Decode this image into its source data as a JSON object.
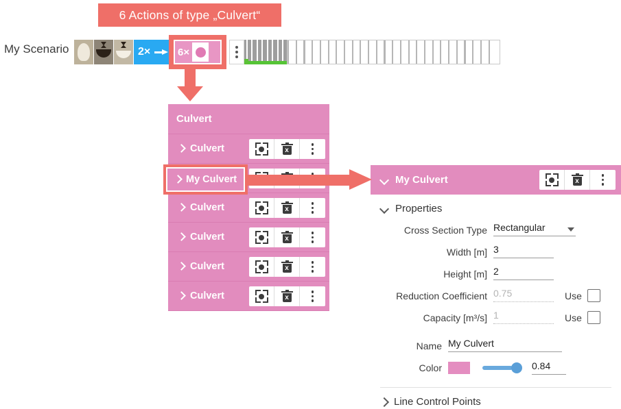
{
  "banner": {
    "text": "6 Actions of type „Culvert“",
    "color": "#ef6f68"
  },
  "scenario": {
    "label": "My Scenario",
    "chip_2x": {
      "label": "2×",
      "color": "#29a9f2",
      "icon": "arrow-right-icon"
    },
    "chip_6x": {
      "label": "6×",
      "color": "#e896c4",
      "icon": "circle-icon",
      "highlighted": true
    },
    "thumbnails": [
      "thumbnail-1",
      "thumbnail-2",
      "thumbnail-3"
    ],
    "progress_color": "#55c436"
  },
  "culvert_list": {
    "title": "Culvert",
    "panel_color": "#e28cbe",
    "rows": [
      {
        "label": "Culvert",
        "highlighted": false
      },
      {
        "label": "My Culvert",
        "highlighted": true
      },
      {
        "label": "Culvert",
        "highlighted": false
      },
      {
        "label": "Culvert",
        "highlighted": false
      },
      {
        "label": "Culvert",
        "highlighted": false
      },
      {
        "label": "Culvert",
        "highlighted": false
      }
    ],
    "actions": [
      "focus-icon",
      "delete-icon",
      "more-options-icon"
    ]
  },
  "properties_panel": {
    "header_title": "My Culvert",
    "header_color": "#e28cbe",
    "section_label": "Properties",
    "fields": [
      {
        "label": "Cross Section Type",
        "value": "Rectangular",
        "type": "dropdown",
        "disabled": false
      },
      {
        "label": "Width [m]",
        "value": "3",
        "type": "text",
        "disabled": false
      },
      {
        "label": "Height [m]",
        "value": "2",
        "type": "text",
        "disabled": false
      },
      {
        "label": "Reduction Coefficient",
        "value": "0.75",
        "type": "text",
        "disabled": true,
        "use_label": "Use",
        "use_checked": false
      },
      {
        "label": "Capacity [m³/s]",
        "value": "1",
        "type": "text",
        "disabled": true,
        "use_label": "Use",
        "use_checked": false
      }
    ],
    "name": {
      "label": "Name",
      "value": "My Culvert"
    },
    "color": {
      "label": "Color",
      "swatch": "#e48dc0",
      "slider_value": "0.84"
    },
    "line_control_points": {
      "label": "Line Control Points",
      "expanded": false
    }
  }
}
